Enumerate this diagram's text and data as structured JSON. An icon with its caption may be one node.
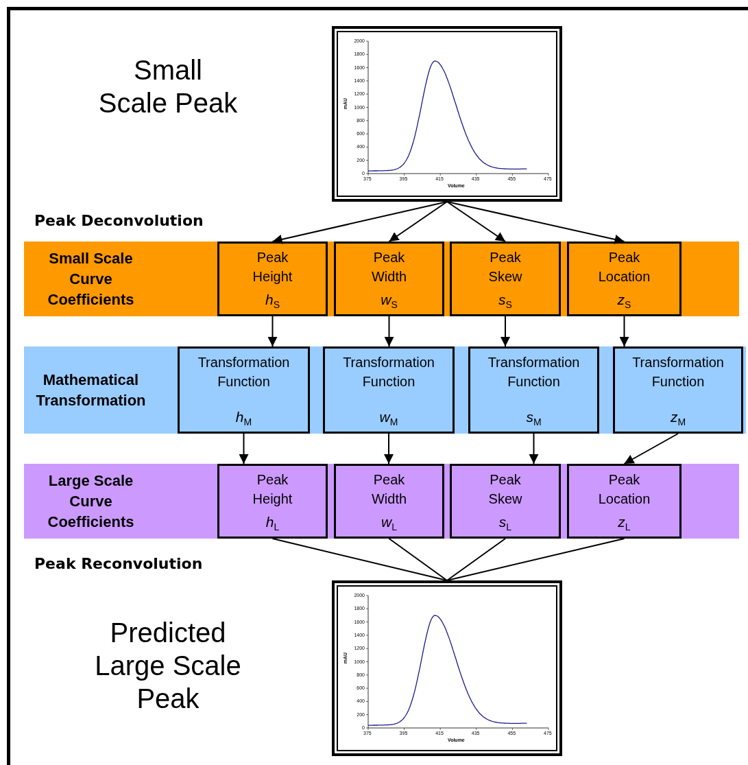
{
  "diagram": {
    "nodes": [
      {
        "text": [],
        "shape": "picture",
        "beside": [
          "Small Scale Peak"
        ]
      },
      {
        "text": [
          "Small Scale Curve Coefficients"
        ]
      },
      {
        "text": [
          "Peak Height",
          "*h*$_{S}$"
        ],
        "in": 1
      },
      {
        "text": [
          "Peak Width",
          "*w*$_{S}$"
        ],
        "in": 1
      },
      {
        "text": [
          "Peak Skew",
          "*s*$_{S}$"
        ],
        "in": 1
      },
      {
        "text": [
          "Peak Location",
          "*z*$_{S}$"
        ],
        "in": 1
      },
      {
        "text": [
          "Mathematical Transformation"
        ]
      },
      {
        "text": [
          "Transformation Function",
          "*h*$_{M}$"
        ],
        "in": 6
      },
      {
        "text": [
          "Transformation Function",
          "*w*$_{M}$"
        ],
        "in": 6
      },
      {
        "text": [
          "Transformation Function",
          "*s*$_{M}$"
        ],
        "in": 6
      },
      {
        "text": [
          "Transformation Function",
          "*z*$_{M}$"
        ],
        "in": 6
      },
      {
        "text": [
          "Large Scale Curve Coefficients"
        ]
      },
      {
        "text": [
          "Peak Height",
          "*h*$_{L}$"
        ],
        "in": 11
      },
      {
        "text": [
          "Peak Width",
          "*w*$_{L}$"
        ],
        "in": 11
      },
      {
        "text": [
          "Peak Skew",
          "*s*$_{L}$"
        ],
        "in": 11
      },
      {
        "text": [
          "Peak Location",
          "*z*$_{L}$"
        ],
        "in": 11
      },
      {
        "text": [],
        "shape": "picture",
        "beside": [
          "Predicted Large Scale Peak"
        ]
      }
    ],
    "edges": [
      {
        "from": 0,
        "to": 2,
        "arrow": "to"
      },
      {
        "from": 0,
        "to": 3,
        "arrow": "to"
      },
      {
        "from": 0,
        "to": 4,
        "arrow": "to"
      },
      {
        "from": 0,
        "to": 5,
        "arrow": "to"
      },
      {
        "from": 2,
        "to": 7,
        "arrow": "to"
      },
      {
        "from": 3,
        "to": 8,
        "arrow": "to"
      },
      {
        "from": 4,
        "to": 9,
        "arrow": "to"
      },
      {
        "from": 5,
        "to": 10,
        "arrow": "to"
      },
      {
        "from": 7,
        "to": 12,
        "arrow": "to"
      },
      {
        "from": 8,
        "to": 13,
        "arrow": "to"
      },
      {
        "from": 9,
        "to": 14,
        "arrow": "to"
      },
      {
        "from": 10,
        "to": 15,
        "arrow": "to"
      },
      {
        "from": 12,
        "to": 16,
        "arrow": "none"
      },
      {
        "from": 13,
        "to": 16,
        "arrow": "none"
      },
      {
        "from": 14,
        "to": 16,
        "arrow": "none"
      },
      {
        "from": 15,
        "to": 16,
        "arrow": "none"
      }
    ],
    "labels": [
      "2000",
      "1800",
      "1600",
      "1400",
      "1200",
      "1000",
      "800",
      "600",
      "400",
      "200",
      "0",
      "mAU",
      "375",
      "395",
      "415",
      "435",
      "455",
      "475",
      "Volume",
      "Peak Deconvolution",
      "Peak Reconvolution",
      "2000",
      "1800",
      "1600",
      "1400",
      "1200",
      "1000",
      "800",
      "600",
      "400",
      "200",
      "0",
      "mAU",
      "375",
      "395",
      "415",
      "435",
      "455",
      "475",
      "Volume"
    ]
  }
}
